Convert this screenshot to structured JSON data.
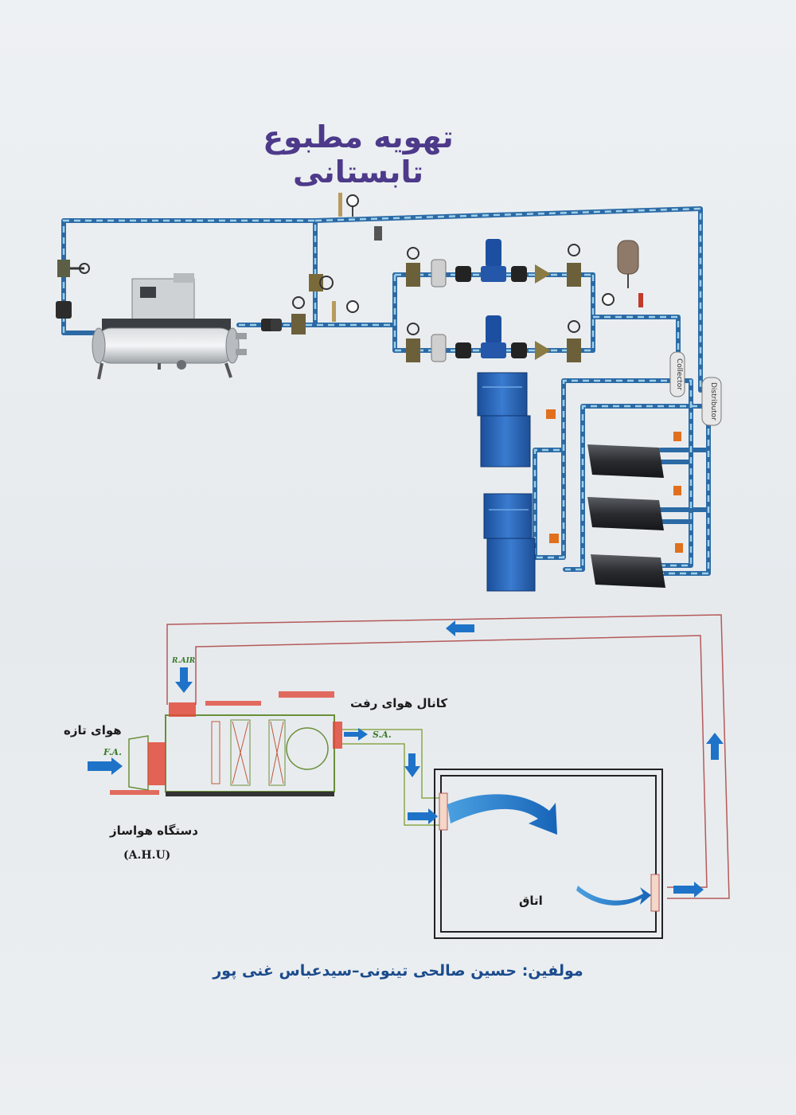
{
  "title": "تهویه مطبوع تابستانی",
  "labels": {
    "fresh_air": "هوای تازه",
    "fa_tag": "F.A.",
    "ra_tag": "R.AIR",
    "sa_tag": "S.A.",
    "supply_duct": "کانال هوای رفت",
    "ahu_name": "دستگاه هواساز",
    "ahu_abbr": "(A.H.U)",
    "room": "اتاق",
    "collector": "Collector",
    "distributor": "Distributor"
  },
  "authors": "مولفین: حسین صالحی تینونی–سیدعباس غنی پور",
  "colors": {
    "title": "#4d3a8a",
    "pipe": "#2b6aa5",
    "pipe_dash": "#9fd0ea",
    "arrow": "#1e73c8",
    "duct": "#b55a5a",
    "ahu_outline": "#6a8f3a",
    "authors": "#1b4b8c"
  }
}
